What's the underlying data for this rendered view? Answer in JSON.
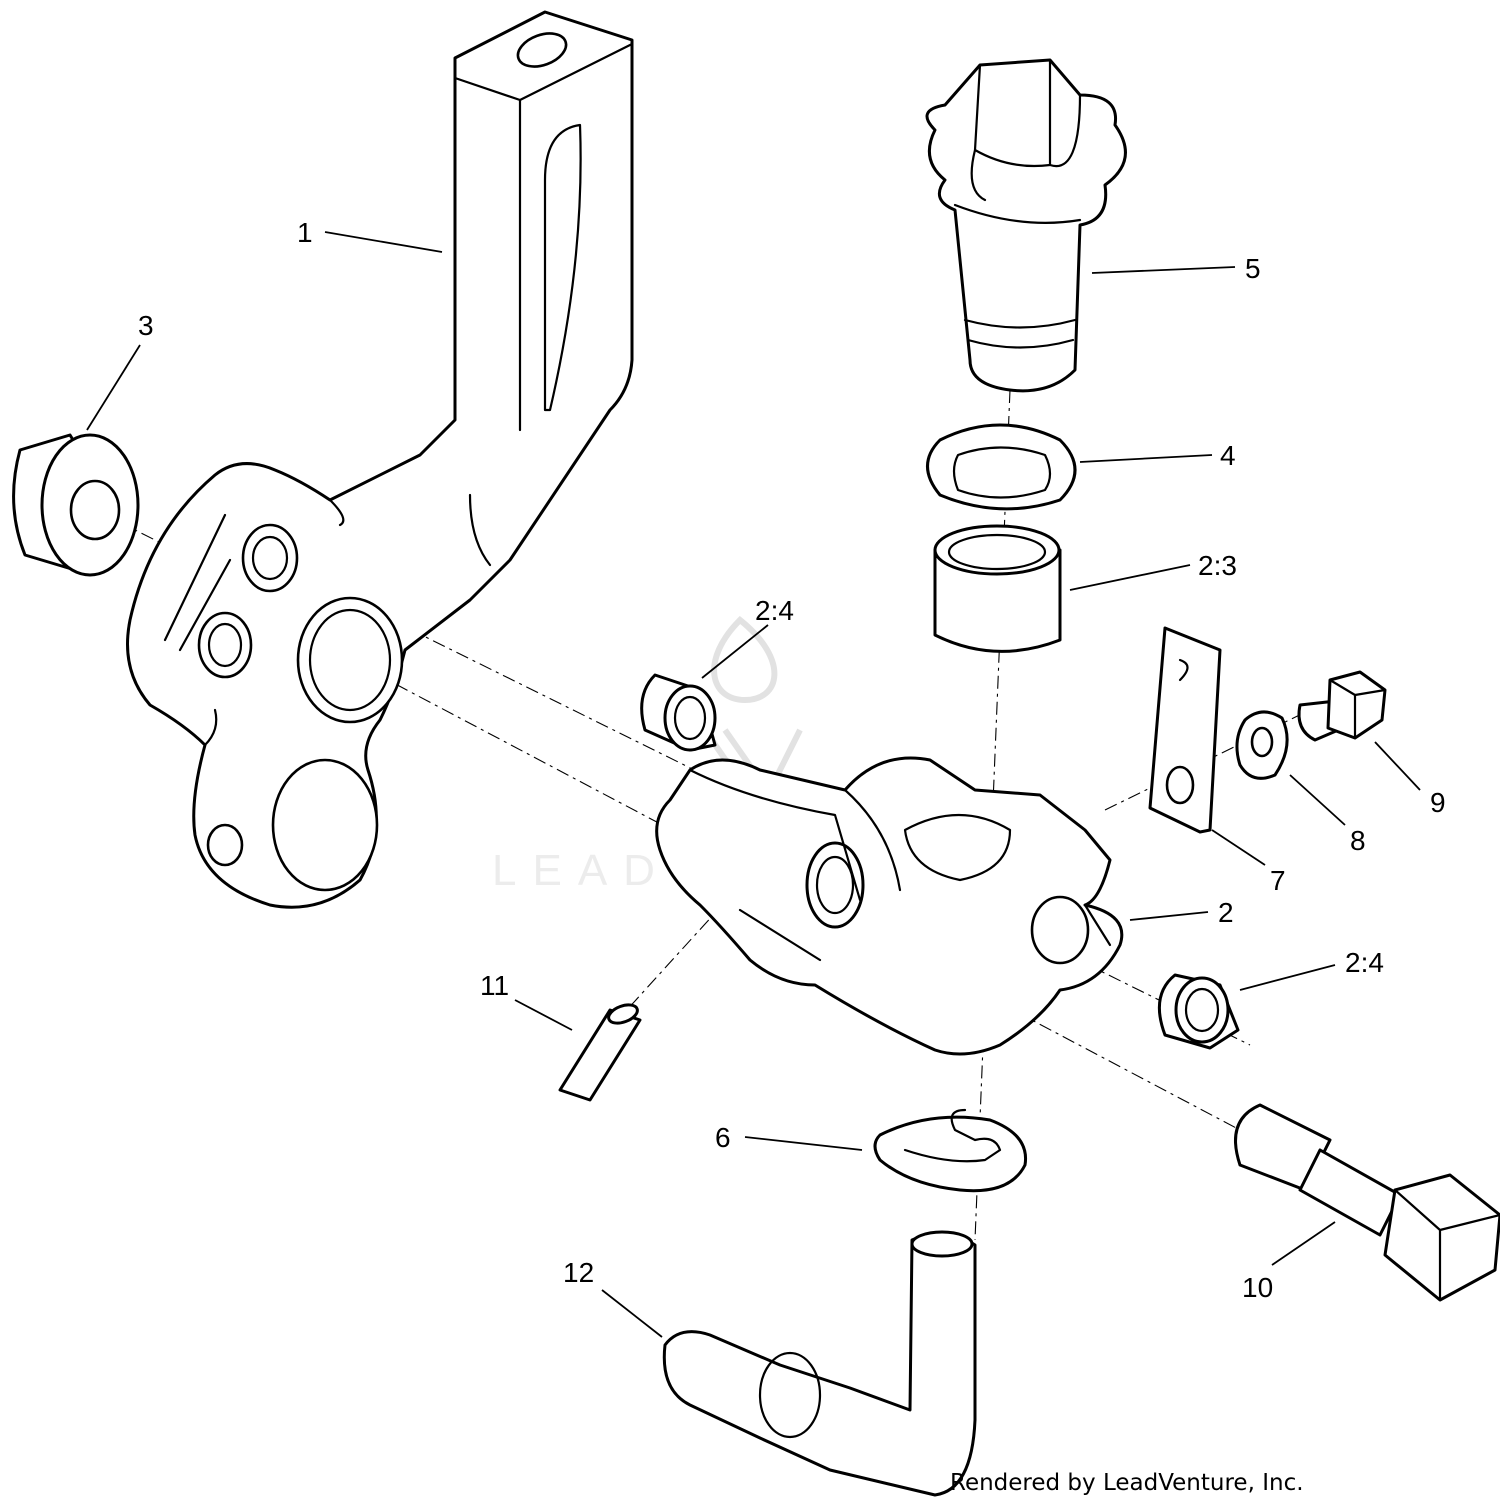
{
  "diagram": {
    "callouts": {
      "c1": "1",
      "c2": "2",
      "c2_3": "2:3",
      "c2_4_top": "2:4",
      "c2_4_right": "2:4",
      "c3": "3",
      "c4": "4",
      "c5": "5",
      "c6": "6",
      "c7": "7",
      "c8": "8",
      "c9": "9",
      "c10": "10",
      "c11": "11",
      "c12": "12"
    },
    "watermark": "LEADVENTURE",
    "credit": "Rendered by LeadVenture, Inc."
  },
  "colors": {
    "line": "#000000",
    "background": "#ffffff",
    "watermark": "#e2e2e2"
  }
}
